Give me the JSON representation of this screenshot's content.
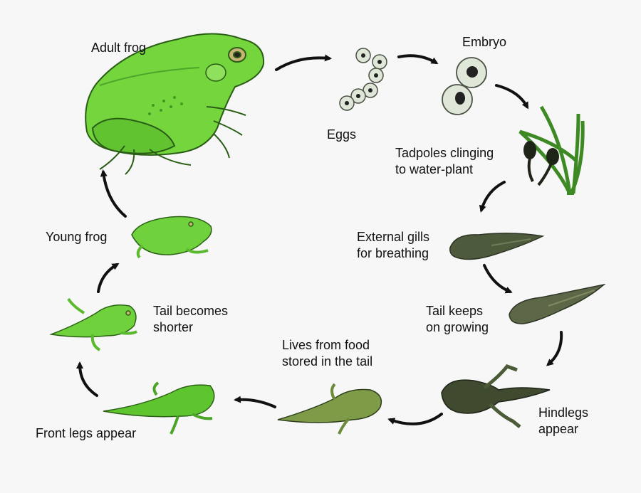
{
  "labels": {
    "adult_frog": "Adult frog",
    "eggs": "Eggs",
    "embryo": "Embryo",
    "tadpoles_clinging": "Tadpoles clinging\nto water-plant",
    "external_gills": "External gills\nfor breathing",
    "tail_keeps_growing": "Tail keeps\non growing",
    "hindlegs_appear": "Hindlegs\nappear",
    "lives_from_food": "Lives from food\nstored in the tail",
    "front_legs_appear": "Front legs appear",
    "tail_becomes_shorter": "Tail becomes\nshorter",
    "young_frog": "Young frog"
  },
  "colors": {
    "background": "#f7f7f7",
    "frog_green": "#6fd23c",
    "frog_dark": "#2f7a1c",
    "tadpole_dark": "#4e5a3c",
    "egg_fill": "#dfe8d8",
    "arrow": "#111111"
  }
}
